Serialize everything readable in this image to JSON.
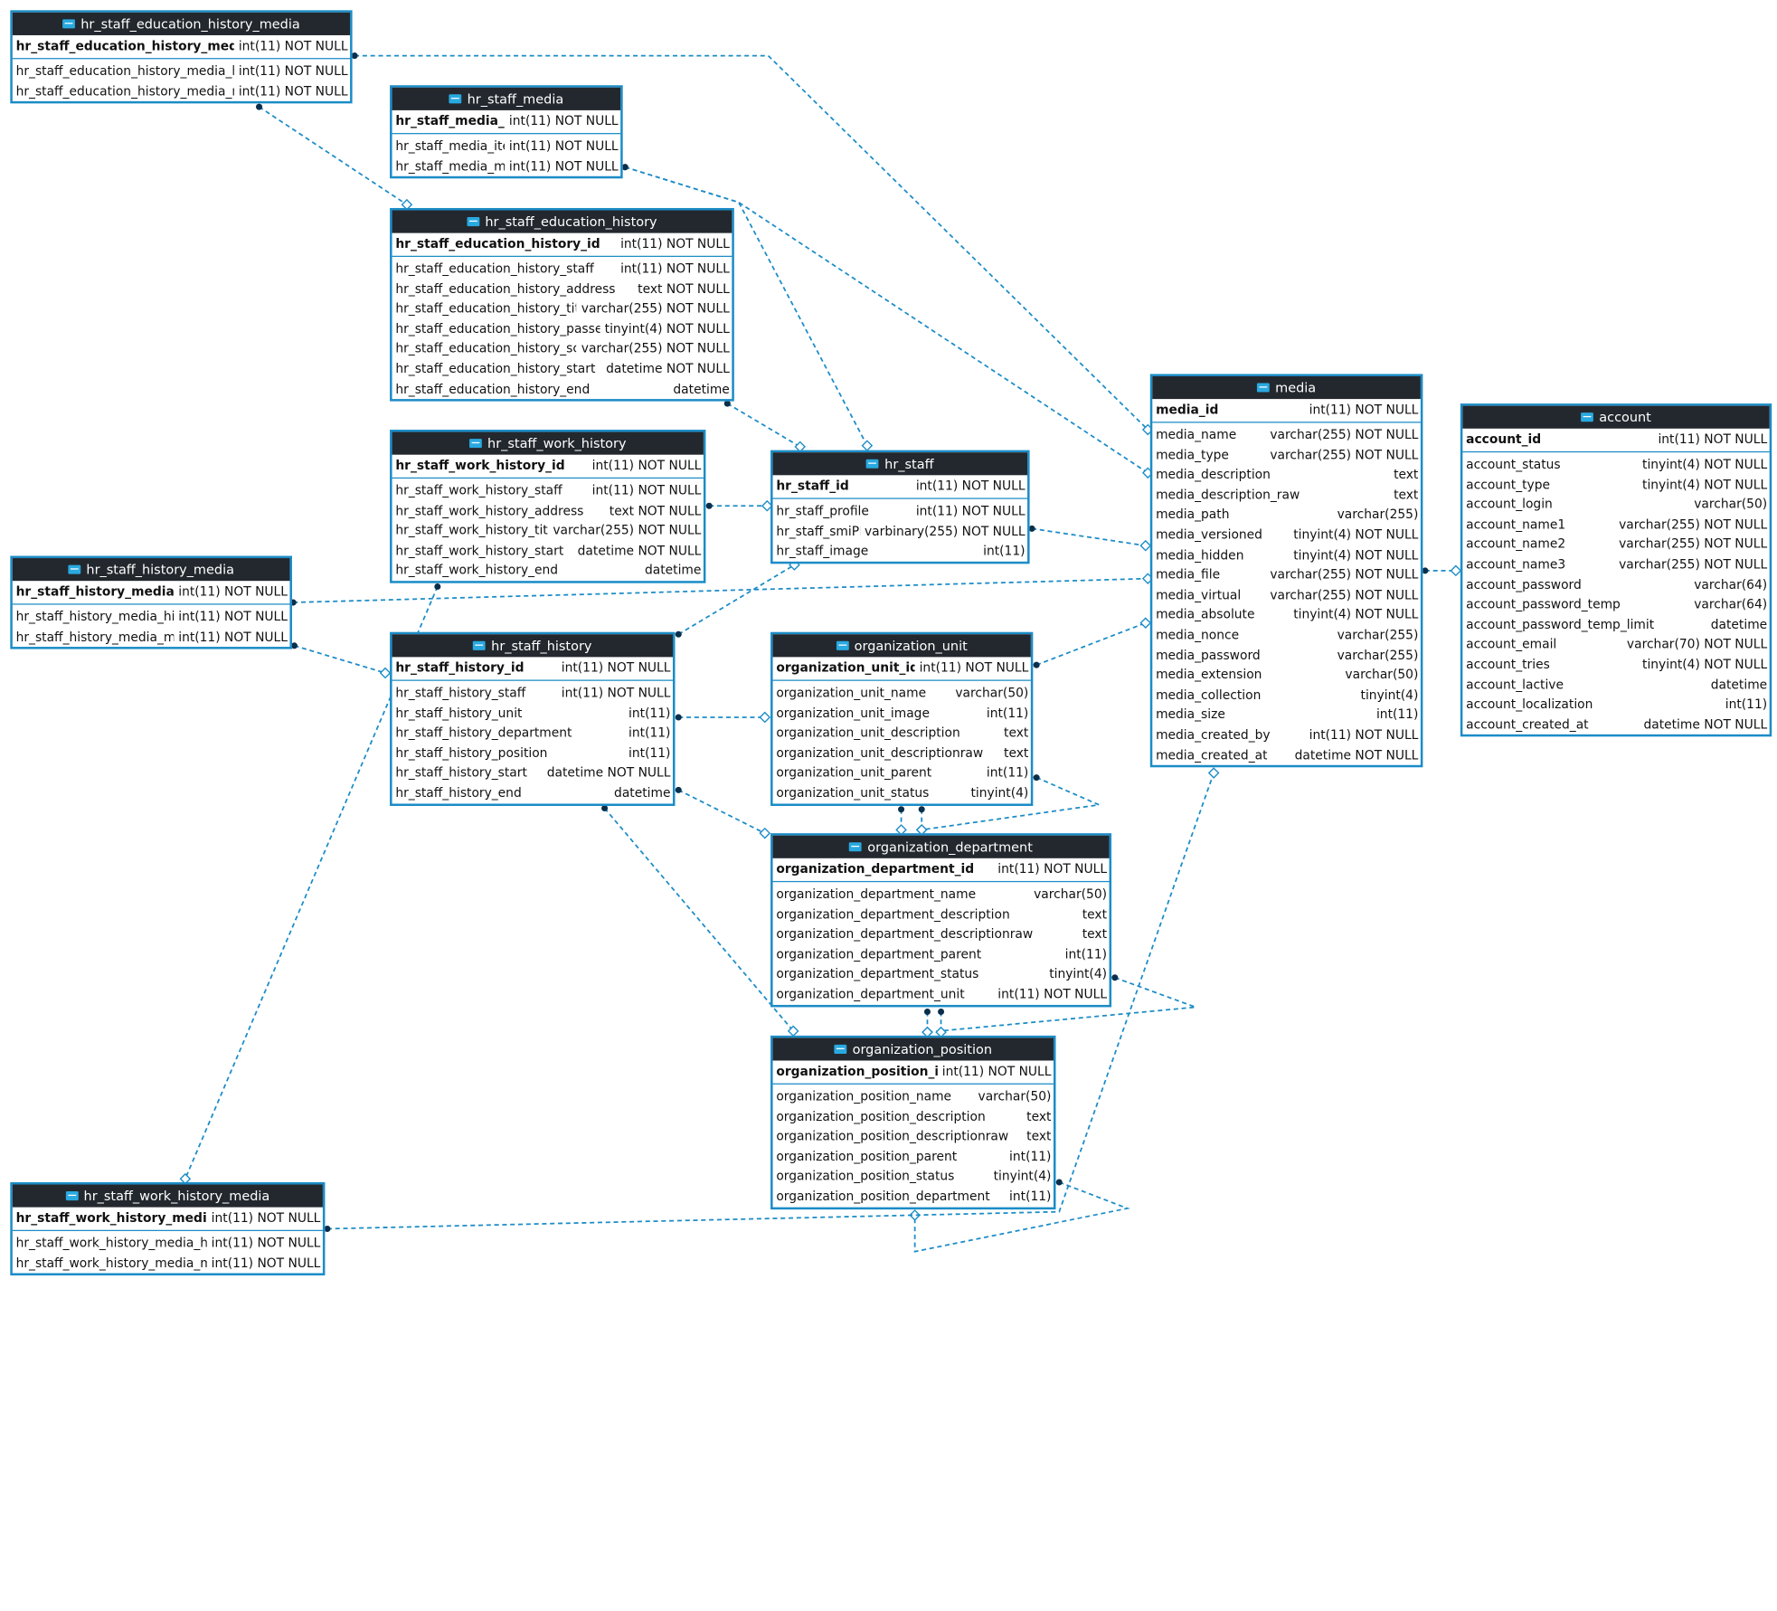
{
  "colors": {
    "header_bg": "#23282e",
    "header_text": "#ffffff",
    "border": "#1b8cc7",
    "link": "#1b8cc7",
    "icon": "#29a9e0"
  },
  "tables": [
    {
      "id": "t_hsehm",
      "title": "hr_staff_education_history_media",
      "icon": "table-icon",
      "pk": {
        "name": "hr_staff_education_history_media_id",
        "type": "int(11) NOT NULL"
      },
      "columns": [
        {
          "name": "hr_staff_education_history_media_history",
          "type": "int(11) NOT NULL"
        },
        {
          "name": "hr_staff_education_history_media_media",
          "type": "int(11) NOT NULL"
        }
      ]
    },
    {
      "id": "t_hsm",
      "title": "hr_staff_media",
      "icon": "table-icon",
      "pk": {
        "name": "hr_staff_media_id",
        "type": "int(11) NOT NULL"
      },
      "columns": [
        {
          "name": "hr_staff_media_item",
          "type": "int(11) NOT NULL"
        },
        {
          "name": "hr_staff_media_media",
          "type": "int(11) NOT NULL"
        }
      ]
    },
    {
      "id": "t_hseh",
      "title": "hr_staff_education_history",
      "icon": "table-icon",
      "pk": {
        "name": "hr_staff_education_history_id",
        "type": "int(11) NOT NULL"
      },
      "columns": [
        {
          "name": "hr_staff_education_history_staff",
          "type": "int(11) NOT NULL"
        },
        {
          "name": "hr_staff_education_history_address",
          "type": "text NOT NULL"
        },
        {
          "name": "hr_staff_education_history_title",
          "type": "varchar(255) NOT NULL"
        },
        {
          "name": "hr_staff_education_history_passed",
          "type": "tinyint(4) NOT NULL"
        },
        {
          "name": "hr_staff_education_history_score",
          "type": "varchar(255) NOT NULL"
        },
        {
          "name": "hr_staff_education_history_start",
          "type": "datetime NOT NULL"
        },
        {
          "name": "hr_staff_education_history_end",
          "type": "datetime"
        }
      ]
    },
    {
      "id": "t_hswh",
      "title": "hr_staff_work_history",
      "icon": "table-icon",
      "pk": {
        "name": "hr_staff_work_history_id",
        "type": "int(11) NOT NULL"
      },
      "columns": [
        {
          "name": "hr_staff_work_history_staff",
          "type": "int(11) NOT NULL"
        },
        {
          "name": "hr_staff_work_history_address",
          "type": "text NOT NULL"
        },
        {
          "name": "hr_staff_work_history_title",
          "type": "varchar(255) NOT NULL"
        },
        {
          "name": "hr_staff_work_history_start",
          "type": "datetime NOT NULL"
        },
        {
          "name": "hr_staff_work_history_end",
          "type": "datetime"
        }
      ]
    },
    {
      "id": "t_hs",
      "title": "hr_staff",
      "icon": "table-icon",
      "pk": {
        "name": "hr_staff_id",
        "type": "int(11) NOT NULL"
      },
      "columns": [
        {
          "name": "hr_staff_profile",
          "type": "int(11) NOT NULL"
        },
        {
          "name": "hr_staff_smiPHash",
          "type": "varbinary(255) NOT NULL"
        },
        {
          "name": "hr_staff_image",
          "type": "int(11)"
        }
      ]
    },
    {
      "id": "t_media",
      "title": "media",
      "icon": "table-icon",
      "pk": {
        "name": "media_id",
        "type": "int(11) NOT NULL"
      },
      "columns": [
        {
          "name": "media_name",
          "type": "varchar(255) NOT NULL"
        },
        {
          "name": "media_type",
          "type": "varchar(255) NOT NULL"
        },
        {
          "name": "media_description",
          "type": "text"
        },
        {
          "name": "media_description_raw",
          "type": "text"
        },
        {
          "name": "media_path",
          "type": "varchar(255)"
        },
        {
          "name": "media_versioned",
          "type": "tinyint(4) NOT NULL"
        },
        {
          "name": "media_hidden",
          "type": "tinyint(4) NOT NULL"
        },
        {
          "name": "media_file",
          "type": "varchar(255) NOT NULL"
        },
        {
          "name": "media_virtual",
          "type": "varchar(255) NOT NULL"
        },
        {
          "name": "media_absolute",
          "type": "tinyint(4) NOT NULL"
        },
        {
          "name": "media_nonce",
          "type": "varchar(255)"
        },
        {
          "name": "media_password",
          "type": "varchar(255)"
        },
        {
          "name": "media_extension",
          "type": "varchar(50)"
        },
        {
          "name": "media_collection",
          "type": "tinyint(4)"
        },
        {
          "name": "media_size",
          "type": "int(11)"
        },
        {
          "name": "media_created_by",
          "type": "int(11) NOT NULL"
        },
        {
          "name": "media_created_at",
          "type": "datetime NOT NULL"
        }
      ]
    },
    {
      "id": "t_account",
      "title": "account",
      "icon": "table-icon",
      "pk": {
        "name": "account_id",
        "type": "int(11) NOT NULL"
      },
      "columns": [
        {
          "name": "account_status",
          "type": "tinyint(4) NOT NULL"
        },
        {
          "name": "account_type",
          "type": "tinyint(4) NOT NULL"
        },
        {
          "name": "account_login",
          "type": "varchar(50)"
        },
        {
          "name": "account_name1",
          "type": "varchar(255) NOT NULL"
        },
        {
          "name": "account_name2",
          "type": "varchar(255) NOT NULL"
        },
        {
          "name": "account_name3",
          "type": "varchar(255) NOT NULL"
        },
        {
          "name": "account_password",
          "type": "varchar(64)"
        },
        {
          "name": "account_password_temp",
          "type": "varchar(64)"
        },
        {
          "name": "account_password_temp_limit",
          "type": "datetime"
        },
        {
          "name": "account_email",
          "type": "varchar(70) NOT NULL"
        },
        {
          "name": "account_tries",
          "type": "tinyint(4) NOT NULL"
        },
        {
          "name": "account_lactive",
          "type": "datetime"
        },
        {
          "name": "account_localization",
          "type": "int(11)"
        },
        {
          "name": "account_created_at",
          "type": "datetime NOT NULL"
        }
      ]
    },
    {
      "id": "t_hshm",
      "title": "hr_staff_history_media",
      "icon": "table-icon",
      "pk": {
        "name": "hr_staff_history_media_id",
        "type": "int(11) NOT NULL"
      },
      "columns": [
        {
          "name": "hr_staff_history_media_history",
          "type": "int(11) NOT NULL"
        },
        {
          "name": "hr_staff_history_media_media",
          "type": "int(11) NOT NULL"
        }
      ]
    },
    {
      "id": "t_hsh",
      "title": "hr_staff_history",
      "icon": "table-icon",
      "pk": {
        "name": "hr_staff_history_id",
        "type": "int(11) NOT NULL"
      },
      "columns": [
        {
          "name": "hr_staff_history_staff",
          "type": "int(11) NOT NULL"
        },
        {
          "name": "hr_staff_history_unit",
          "type": "int(11)"
        },
        {
          "name": "hr_staff_history_department",
          "type": "int(11)"
        },
        {
          "name": "hr_staff_history_position",
          "type": "int(11)"
        },
        {
          "name": "hr_staff_history_start",
          "type": "datetime NOT NULL"
        },
        {
          "name": "hr_staff_history_end",
          "type": "datetime"
        }
      ]
    },
    {
      "id": "t_ou",
      "title": "organization_unit",
      "icon": "table-icon",
      "pk": {
        "name": "organization_unit_id",
        "type": "int(11) NOT NULL"
      },
      "columns": [
        {
          "name": "organization_unit_name",
          "type": "varchar(50)"
        },
        {
          "name": "organization_unit_image",
          "type": "int(11)"
        },
        {
          "name": "organization_unit_description",
          "type": "text"
        },
        {
          "name": "organization_unit_descriptionraw",
          "type": "text"
        },
        {
          "name": "organization_unit_parent",
          "type": "int(11)"
        },
        {
          "name": "organization_unit_status",
          "type": "tinyint(4)"
        }
      ]
    },
    {
      "id": "t_od",
      "title": "organization_department",
      "icon": "table-icon",
      "pk": {
        "name": "organization_department_id",
        "type": "int(11) NOT NULL"
      },
      "columns": [
        {
          "name": "organization_department_name",
          "type": "varchar(50)"
        },
        {
          "name": "organization_department_description",
          "type": "text"
        },
        {
          "name": "organization_department_descriptionraw",
          "type": "text"
        },
        {
          "name": "organization_department_parent",
          "type": "int(11)"
        },
        {
          "name": "organization_department_status",
          "type": "tinyint(4)"
        },
        {
          "name": "organization_department_unit",
          "type": "int(11) NOT NULL"
        }
      ]
    },
    {
      "id": "t_op",
      "title": "organization_position",
      "icon": "table-icon",
      "pk": {
        "name": "organization_position_id",
        "type": "int(11) NOT NULL"
      },
      "columns": [
        {
          "name": "organization_position_name",
          "type": "varchar(50)"
        },
        {
          "name": "organization_position_description",
          "type": "text"
        },
        {
          "name": "organization_position_descriptionraw",
          "type": "text"
        },
        {
          "name": "organization_position_parent",
          "type": "int(11)"
        },
        {
          "name": "organization_position_status",
          "type": "tinyint(4)"
        },
        {
          "name": "organization_position_department",
          "type": "int(11)"
        }
      ]
    },
    {
      "id": "t_hswhm",
      "title": "hr_staff_work_history_media",
      "icon": "table-icon",
      "pk": {
        "name": "hr_staff_work_history_media_id",
        "type": "int(11) NOT NULL"
      },
      "columns": [
        {
          "name": "hr_staff_work_history_media_history",
          "type": "int(11) NOT NULL"
        },
        {
          "name": "hr_staff_work_history_media_media",
          "type": "int(11) NOT NULL"
        }
      ]
    }
  ]
}
